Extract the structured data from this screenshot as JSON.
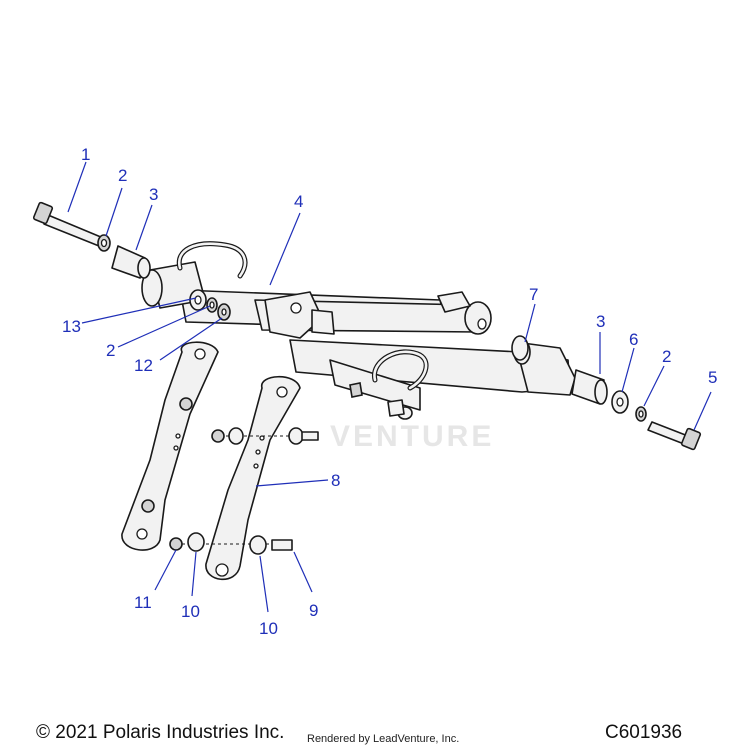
{
  "watermark": "VENTURE",
  "callouts": [
    {
      "id": "c1",
      "label": "1"
    },
    {
      "id": "c2a",
      "label": "2"
    },
    {
      "id": "c3a",
      "label": "3"
    },
    {
      "id": "c4",
      "label": "4"
    },
    {
      "id": "c13",
      "label": "13"
    },
    {
      "id": "c2b",
      "label": "2"
    },
    {
      "id": "c12",
      "label": "12"
    },
    {
      "id": "c7",
      "label": "7"
    },
    {
      "id": "c3b",
      "label": "3"
    },
    {
      "id": "c6",
      "label": "6"
    },
    {
      "id": "c2c",
      "label": "2"
    },
    {
      "id": "c5",
      "label": "5"
    },
    {
      "id": "c8",
      "label": "8"
    },
    {
      "id": "c11",
      "label": "11"
    },
    {
      "id": "c10a",
      "label": "10"
    },
    {
      "id": "c10b",
      "label": "10"
    },
    {
      "id": "c9",
      "label": "9"
    }
  ],
  "footer": {
    "copyright": "© 2021 Polaris Industries Inc.",
    "rendered_by": "Rendered by LeadVenture, Inc.",
    "diagram_code": "C601936"
  }
}
